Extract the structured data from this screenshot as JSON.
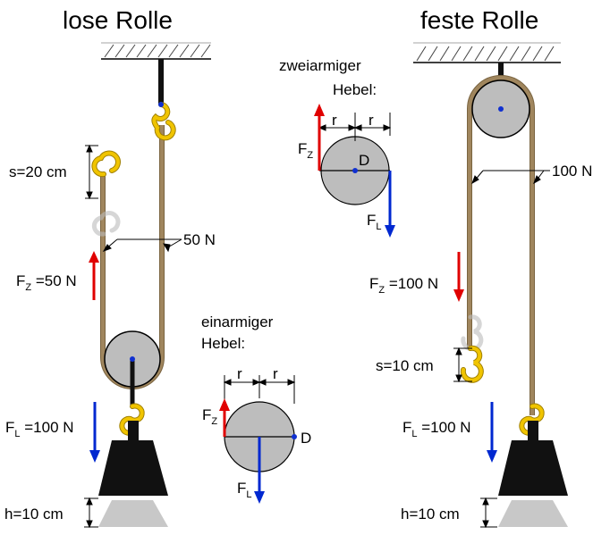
{
  "colors": {
    "rope": "#a0865e",
    "rope_edge": "#7a6440",
    "wheel": "#bdbdbd",
    "hook": "#f0c400",
    "hook_edge": "#a08000",
    "hook_faded": "#d6d6d6",
    "weight": "#111111",
    "weight_faded": "#c8c8c8",
    "force_z": "#e00000",
    "force_l": "#0028d0",
    "ceiling_hatch": "#444444"
  },
  "left_panel": {
    "title": "lose Rolle",
    "s_label": "s=20 cm",
    "rope_force_label": "50 N",
    "fz_main": "F",
    "fz_sub": "Z",
    "fz_value": " =50 N",
    "fl_main": "F",
    "fl_sub": "L",
    "fl_value": " =100 N",
    "h_label": "h=10 cm"
  },
  "right_panel": {
    "title": "feste Rolle",
    "rope_force_label": "100 N",
    "fz_main": "F",
    "fz_sub": "Z",
    "fz_value": " =100 N",
    "s_label": "s=10 cm",
    "fl_main": "F",
    "fl_sub": "L",
    "fl_value": " =100 N",
    "h_label": "h=10 cm"
  },
  "lever_two_arm": {
    "title_line1": "zweiarmiger",
    "title_line2": "Hebel:",
    "r_left": "r",
    "r_right": "r",
    "pivot": "D",
    "fz_main": "F",
    "fz_sub": "Z",
    "fl_main": "F",
    "fl_sub": "L"
  },
  "lever_one_arm": {
    "title_line1": "einarmiger",
    "title_line2": "Hebel:",
    "r_left": "r",
    "r_right": "r",
    "pivot": "D",
    "fz_main": "F",
    "fz_sub": "Z",
    "fl_main": "F",
    "fl_sub": "L"
  }
}
